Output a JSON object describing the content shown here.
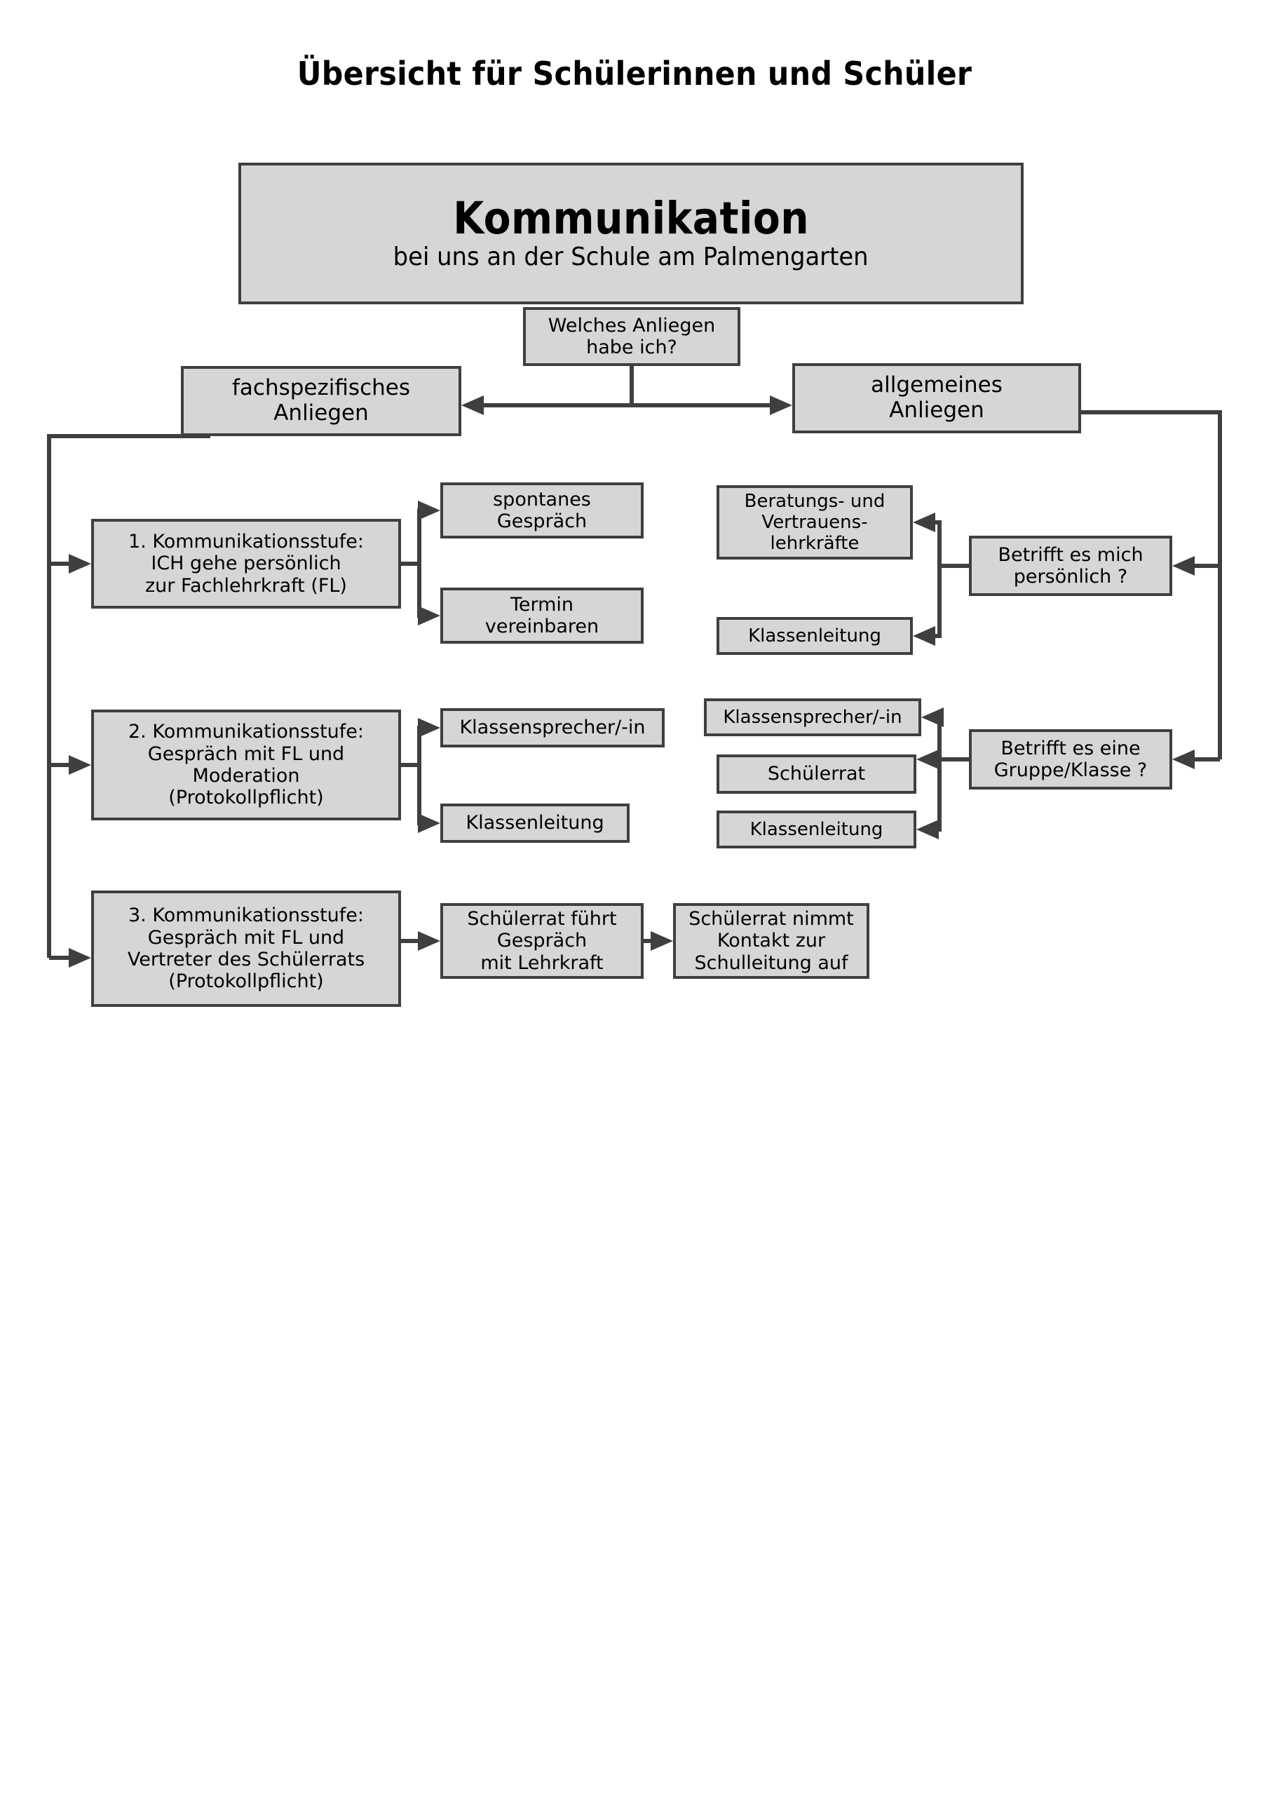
{
  "page": {
    "title": "Übersicht für Schülerinnen und Schüler",
    "background_color": "#ffffff",
    "box_fill_color": "#d6d6d6",
    "box_border_color": "#3f3f3f",
    "connector_color": "#3f3f3f"
  },
  "header": {
    "main": "Kommunikation",
    "sub": "bei uns an der Schule am Palmengarten"
  },
  "nodes": {
    "question": "Welches Anliegen\nhabe ich?",
    "fachspezifisch": "fachspezifisches\nAnliegen",
    "allgemein": "allgemeines\nAnliegen",
    "stufe1": "1. Kommunikationsstufe:\nICH gehe persönlich\nzur Fachlehrkraft (FL)",
    "stufe2": "2. Kommunikationsstufe:\nGespräch mit FL und\nModeration\n(Protokollpflicht)",
    "stufe3": "3. Kommunikationsstufe:\nGespräch mit FL und\nVertreter des Schülerrats\n(Protokollpflicht)",
    "spontanes_gespraech": "spontanes\nGespräch",
    "termin_vereinbaren": "Termin\nvereinbaren",
    "klassensprecher_links": "Klassensprecher/-in",
    "klassenleitung_links": "Klassenleitung",
    "schuelerrat_fuehrt_gespraech": "Schülerrat führt\nGespräch\nmit Lehrkraft",
    "schuelerrat_nimmt_kontakt": "Schülerrat nimmt\nKontakt zur\nSchulleitung auf",
    "beratungs_vertrauenslehrkraefte": "Beratungs- und\nVertrauens-\nlehrkräfte",
    "klassenleitung_rechts_1": "Klassenleitung",
    "betrifft_mich": "Betrifft es mich\npersönlich ?",
    "klassensprecher_rechts": "Klassensprecher/-in",
    "schuelerrat_rechts": "Schülerrat",
    "klassenleitung_rechts_2": "Klassenleitung",
    "betrifft_gruppe": "Betrifft es eine\nGruppe/Klasse ?"
  }
}
